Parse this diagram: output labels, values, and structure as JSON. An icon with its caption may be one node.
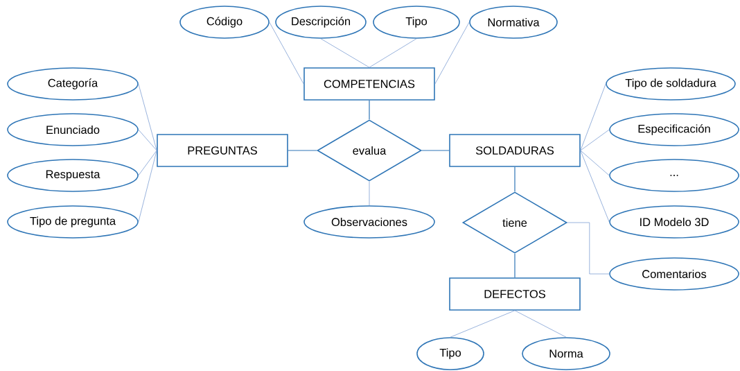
{
  "diagram": {
    "nodes": [
      {
        "text": [
          "COMPETENCIAS"
        ]
      },
      {
        "text": [
          "Código"
        ]
      },
      {
        "text": [
          "Descripción"
        ]
      },
      {
        "text": [
          "Tipo"
        ]
      },
      {
        "text": [
          "Normativa"
        ]
      },
      {
        "text": [
          "PREGUNTAS"
        ]
      },
      {
        "text": [
          "Categoría"
        ]
      },
      {
        "text": [
          "Enunciado"
        ]
      },
      {
        "text": [
          "Respuesta"
        ]
      },
      {
        "text": [
          "Tipo de pregunta"
        ]
      },
      {
        "text": [
          "evalua"
        ]
      },
      {
        "text": [
          "SOLDADURAS"
        ]
      },
      {
        "text": [
          "Tipo de soldadura"
        ]
      },
      {
        "text": [
          "Especificación"
        ]
      },
      {
        "text": [
          "..."
        ]
      },
      {
        "text": [
          "ID Modelo 3D"
        ]
      },
      {
        "text": [
          "Observaciones"
        ]
      },
      {
        "text": [
          "tiene"
        ]
      },
      {
        "text": [
          "Comentarios"
        ]
      },
      {
        "text": [
          "DEFECTOS"
        ]
      },
      {
        "text": [
          "Tipo"
        ]
      },
      {
        "text": [
          "Norma"
        ]
      }
    ],
    "edges": [
      {
        "from": 1,
        "to": 0,
        "arrow": "none"
      },
      {
        "from": 2,
        "to": 0,
        "arrow": "none"
      },
      {
        "from": 3,
        "to": 0,
        "arrow": "none"
      },
      {
        "from": 4,
        "to": 0,
        "arrow": "none"
      },
      {
        "from": 6,
        "to": 5,
        "arrow": "none"
      },
      {
        "from": 7,
        "to": 5,
        "arrow": "none"
      },
      {
        "from": 8,
        "to": 5,
        "arrow": "none"
      },
      {
        "from": 9,
        "to": 5,
        "arrow": "none"
      },
      {
        "from": 5,
        "to": 10,
        "arrow": "none"
      },
      {
        "from": 10,
        "to": 11,
        "arrow": "none"
      },
      {
        "from": 0,
        "to": 10,
        "arrow": "none"
      },
      {
        "from": 10,
        "to": 16,
        "arrow": "none"
      },
      {
        "from": 12,
        "to": 11,
        "arrow": "none"
      },
      {
        "from": 13,
        "to": 11,
        "arrow": "none"
      },
      {
        "from": 14,
        "to": 11,
        "arrow": "none"
      },
      {
        "from": 15,
        "to": 11,
        "arrow": "none"
      },
      {
        "from": 11,
        "to": 17,
        "arrow": "none"
      },
      {
        "from": 17,
        "to": 19,
        "arrow": "none"
      },
      {
        "from": 17,
        "to": 18,
        "arrow": "none"
      },
      {
        "from": 19,
        "to": 20,
        "arrow": "none"
      },
      {
        "from": 19,
        "to": 21,
        "arrow": "none"
      }
    ]
  }
}
